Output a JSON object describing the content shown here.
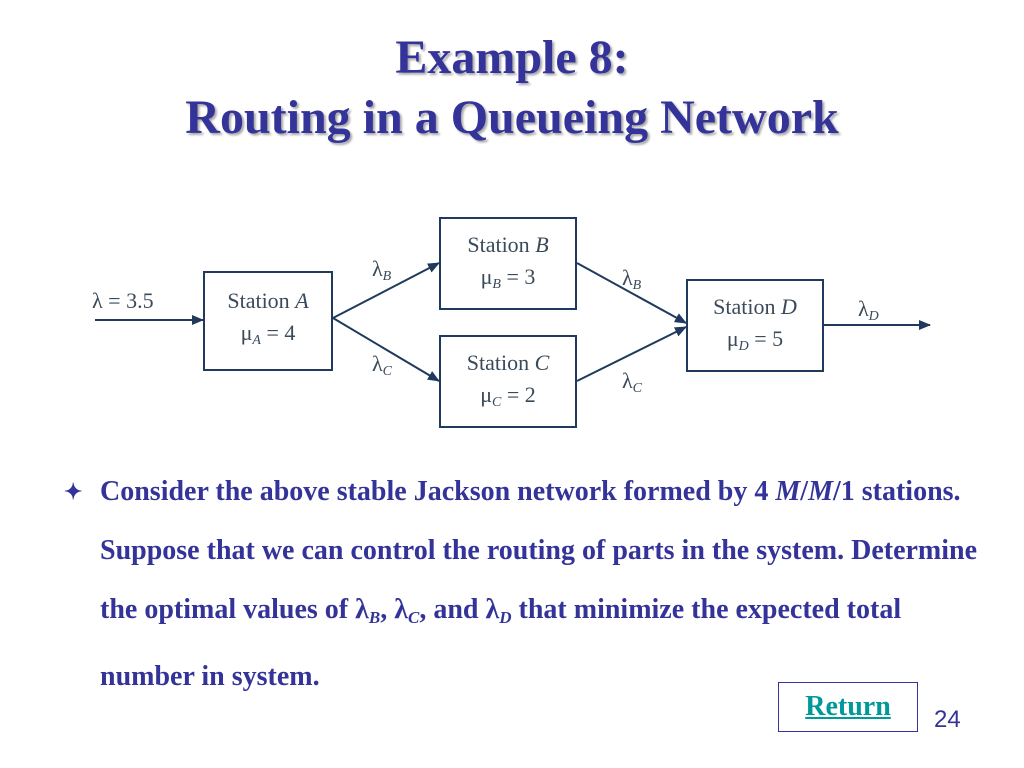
{
  "slide": {
    "title_line1": "Example 8:",
    "title_line2": "Routing in a Queueing Network",
    "page_number": "24",
    "return_label": "Return"
  },
  "diagram": {
    "input_flow": "λ = 3.5",
    "station_a": {
      "name": "Station",
      "letter": "A",
      "rate_sym": "μ",
      "rate_value": " = 4"
    },
    "station_b": {
      "name": "Station",
      "letter": "B",
      "rate_sym": "μ",
      "rate_value": " = 3"
    },
    "station_c": {
      "name": "Station",
      "letter": "C",
      "rate_sym": "μ",
      "rate_value": " = 2"
    },
    "station_d": {
      "name": "Station",
      "letter": "D",
      "rate_sym": "μ",
      "rate_value": " = 5"
    },
    "flow_b": {
      "sym": "λ",
      "sub": "B"
    },
    "flow_c": {
      "sym": "λ",
      "sub": "C"
    },
    "flow_d": {
      "sym": "λ",
      "sub": "D"
    }
  },
  "bullet": {
    "mark": "✦",
    "p1": "Consider the above stable Jackson network formed by 4 ",
    "mm": "M",
    "slash": "/",
    "mm2": "M",
    "p2": "/1 stations.  Suppose that we can control the routing of parts in the system.  Determine the optimal values of ",
    "lam": "λ",
    "sub_b": "B",
    "comma1": ", ",
    "sub_c": "C",
    "and": ", and ",
    "sub_d": "D",
    "p3": " that minimize the expected total number in system."
  },
  "colors": {
    "title": "#333399",
    "bullet_text": "#333399",
    "return_text": "#009999",
    "diagram_line": "#1f3a5c"
  }
}
